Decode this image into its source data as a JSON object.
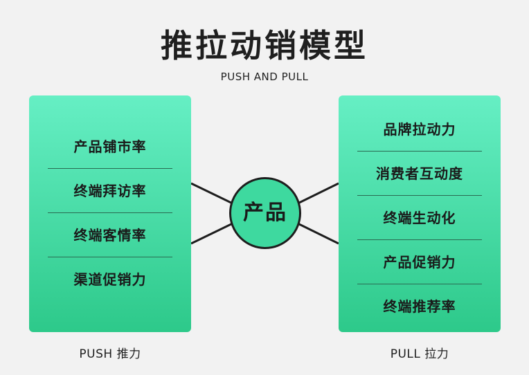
{
  "title": "推拉动销模型",
  "subtitle": "PUSH AND PULL",
  "push": {
    "items": [
      "产品铺市率",
      "终端拜访率",
      "终端客情率",
      "渠道促销力"
    ],
    "caption": "PUSH 推力"
  },
  "pull": {
    "items": [
      "品牌拉动力",
      "消费者互动度",
      "终端生动化",
      "产品促销力",
      "终端推荐率"
    ],
    "caption": "PULL 拉力"
  },
  "hub": {
    "label": "产品"
  },
  "colors": {
    "background": "#f2f2f2",
    "panel_top": "#66efc4",
    "panel_bottom": "#2dc98a",
    "hub_fill": "#3ed99f",
    "stroke": "#1e1e1e"
  }
}
